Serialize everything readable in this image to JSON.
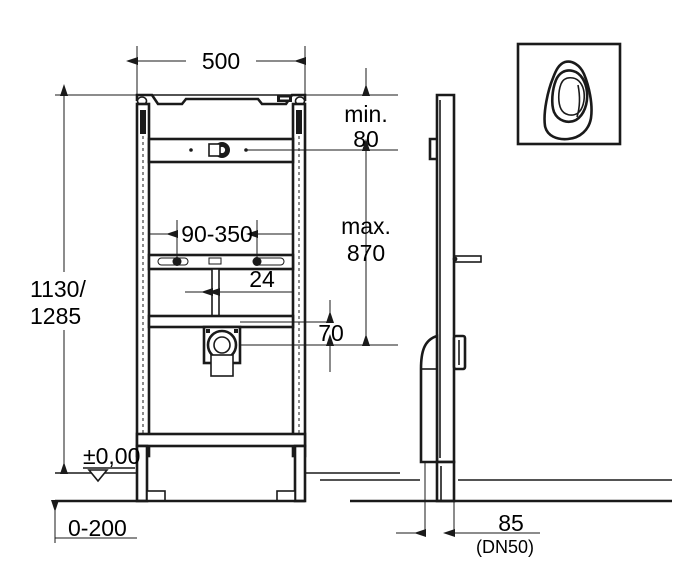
{
  "drawing": {
    "title": "GROHE Rapid SL urinal installation frame — dimensioned elevation and side view",
    "units": "mm",
    "line_color": "#1a1a1a",
    "background_color": "#ffffff",
    "views": {
      "front": {
        "name": "front-elevation"
      },
      "side": {
        "name": "side-elevation"
      }
    }
  },
  "dimensions": {
    "width_500": "500",
    "height_1130_1285_line1": "1130/",
    "height_1130_1285_line2": "1285",
    "adjust_90_350": "90-350",
    "offset_24": "24",
    "min_label": "min.",
    "min_value": "80",
    "max_label": "max.",
    "max_value": "870",
    "drop_70": "70",
    "floor_level": "±0,00",
    "screed_0_200": "0-200",
    "depth_85": "85",
    "depth_note": "(DN50)"
  },
  "icons": {
    "product_symbol": "urinal-icon"
  }
}
